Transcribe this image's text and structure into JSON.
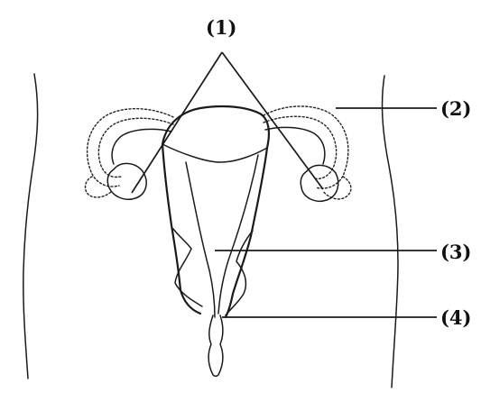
{
  "labels": {
    "l1": "(1)",
    "l2": "(2)",
    "l3": "(3)",
    "l4": "(4)"
  },
  "colors": {
    "ink": "#1a1a1a",
    "background": "#ffffff"
  }
}
